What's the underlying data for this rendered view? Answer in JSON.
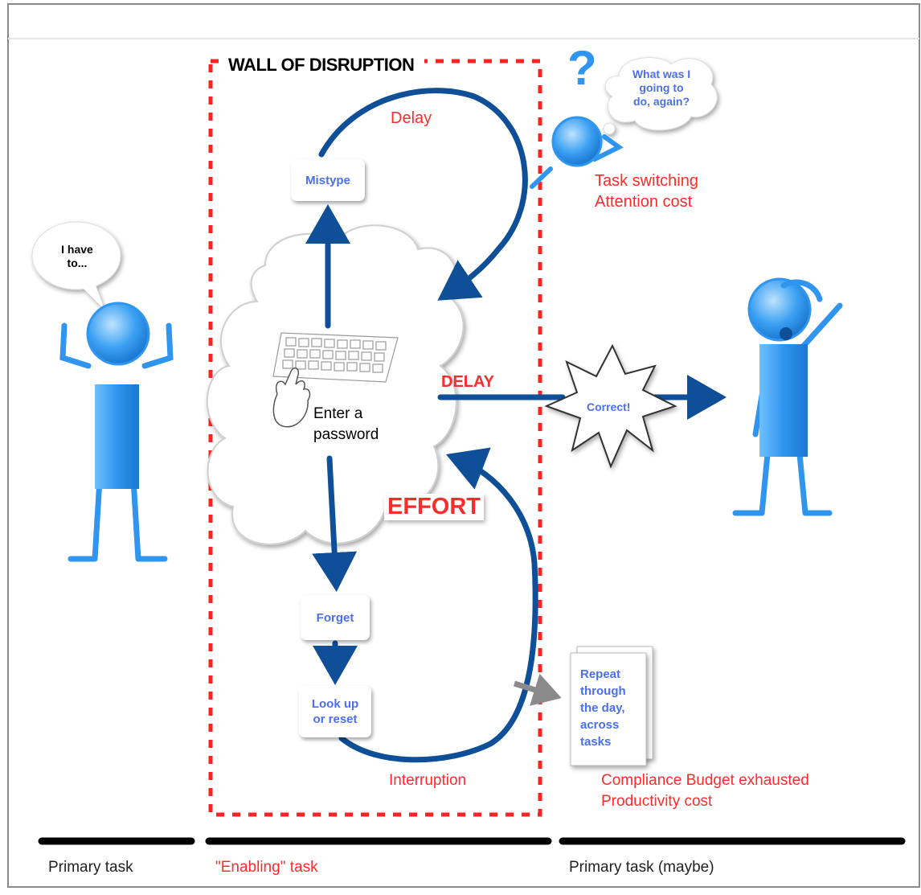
{
  "title": "WALL OF DISRUPTION",
  "bubble_left": "I have\nto...",
  "bubble_right": "What was I\ngoing to\ndo, again?",
  "question_mark": "?",
  "boxes": {
    "mistype": "Mistype",
    "forget": "Forget",
    "lookup": "Look up\nor reset",
    "correct": "Correct!",
    "repeat": "Repeat\nthrough\nthe day,\nacross\ntasks"
  },
  "center_text": "Enter a\npassword",
  "labels": {
    "delay_top": "Delay",
    "task_switching": "Task switching\nAttention cost",
    "delay_mid": "DELAY",
    "effort": "EFFORT",
    "interruption": "Interruption",
    "compliance": "Compliance Budget exhausted\nProductivity cost"
  },
  "bottom": {
    "left": "Primary task",
    "middle": "\"Enabling\" task",
    "right": "Primary task (maybe)"
  },
  "colors": {
    "arrow": "#0e4f98",
    "figure": "#2f95ef",
    "accent_red": "#ff2a2a",
    "box_text": "#4a6ff0"
  }
}
